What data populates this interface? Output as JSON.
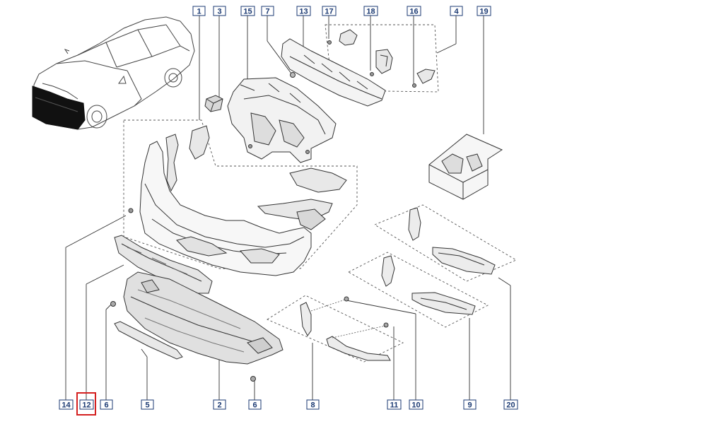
{
  "labels": {
    "l1": "1",
    "l3": "3",
    "l15": "15",
    "l7": "7",
    "l13": "13",
    "l17": "17",
    "l18": "18",
    "l16": "16",
    "l4": "4",
    "l19": "19",
    "l14": "14",
    "l12": "12",
    "l6a": "6",
    "l5": "5",
    "l2": "2",
    "l6b": "6",
    "l8": "8",
    "l11": "11",
    "l10": "10",
    "l9": "9",
    "l20": "20"
  },
  "highlighted_label": "12",
  "colors": {
    "line": "#3a3a3a",
    "label_border": "#1b3a73",
    "label_text": "#1b3a73",
    "highlight": "#d42020"
  }
}
